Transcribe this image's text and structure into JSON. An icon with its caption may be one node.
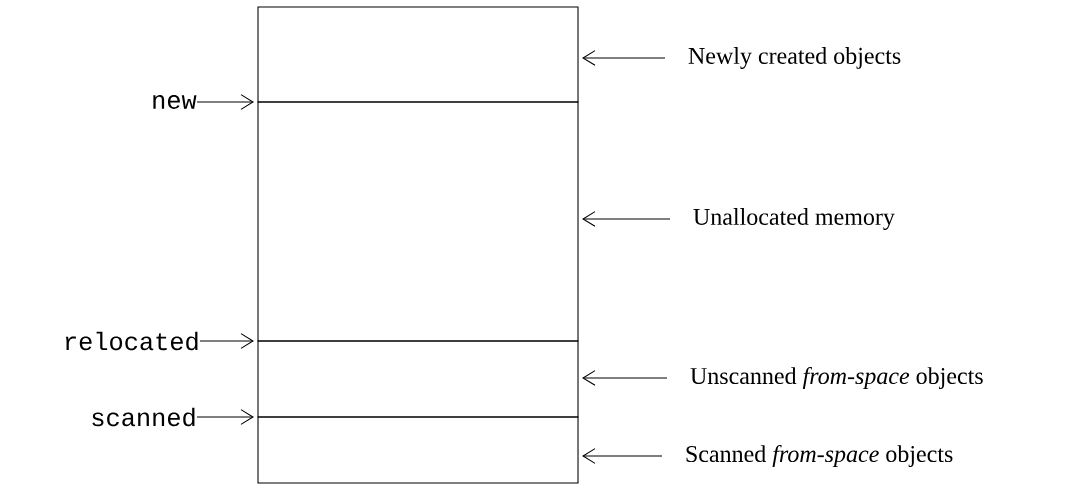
{
  "diagram": {
    "nodes": [
      {
        "text": [],
        "shape": "box"
      },
      {
        "text": [],
        "shape": "box"
      },
      {
        "text": [],
        "shape": "box"
      },
      {
        "text": [],
        "shape": "box"
      },
      {
        "text": [
          "Newly created objects"
        ]
      },
      {
        "text": [
          "Unallocated memory"
        ]
      },
      {
        "text": [
          "Unscanned *from-space* objects"
        ]
      },
      {
        "text": [
          "Scanned *from-space* objects"
        ]
      },
      {
        "text": [
          "new"
        ]
      },
      {
        "text": [
          "relocated"
        ]
      },
      {
        "text": [
          "scanned"
        ]
      }
    ],
    "edges": [
      {
        "from": 4,
        "to": 0,
        "arrow": "to"
      },
      {
        "from": 5,
        "to": 1,
        "arrow": "to"
      },
      {
        "from": 6,
        "to": 2,
        "arrow": "to"
      },
      {
        "from": 7,
        "to": 3,
        "arrow": "to"
      },
      {
        "from": 8,
        "to": 1,
        "arrow": "to"
      },
      {
        "from": 9,
        "to": 2,
        "arrow": "to"
      },
      {
        "from": 10,
        "to": 3,
        "arrow": "to"
      }
    ]
  }
}
